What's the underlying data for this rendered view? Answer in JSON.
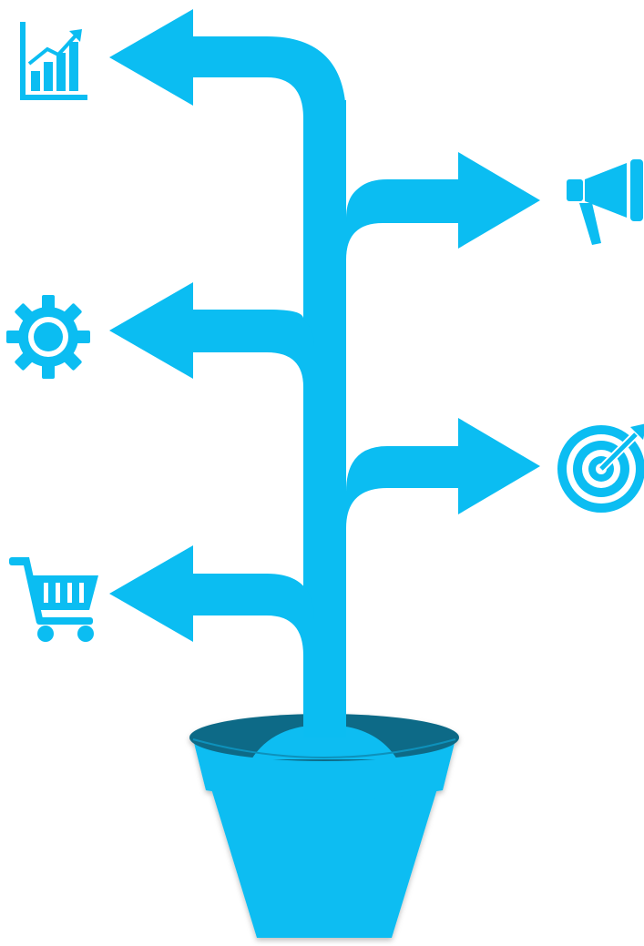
{
  "colors": {
    "primary": "#0BBDF2",
    "pot_rim_dark": "#0A6A87",
    "pot_shadow": "#0991BB",
    "background": "#FFFFFF"
  },
  "branches": [
    {
      "side": "left",
      "icon": "bar-chart-growth-icon"
    },
    {
      "side": "right",
      "icon": "megaphone-icon"
    },
    {
      "side": "left",
      "icon": "gear-icon"
    },
    {
      "side": "right",
      "icon": "target-icon"
    },
    {
      "side": "left",
      "icon": "shopping-cart-icon"
    }
  ]
}
